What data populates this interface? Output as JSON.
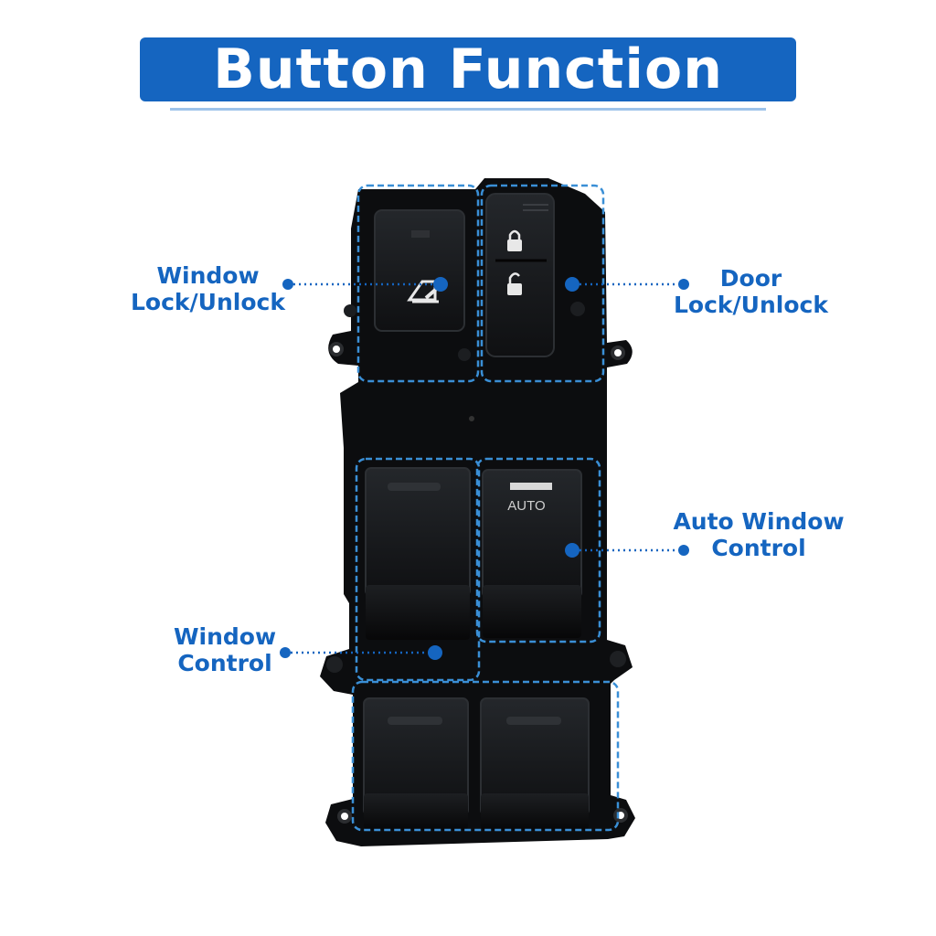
{
  "header": {
    "title": "Button Function"
  },
  "callouts": {
    "window_lock": {
      "line1": "Window",
      "line2": "Lock/Unlock"
    },
    "door_lock": {
      "line1": "Door",
      "line2": "Lock/Unlock"
    },
    "auto_window": {
      "line1": "Auto Window",
      "line2": "Control"
    },
    "window_control": {
      "line1": "Window",
      "line2": "Control"
    }
  },
  "switch": {
    "auto_label": "AUTO"
  },
  "colors": {
    "accent": "#1565c0",
    "highlight": "#3a8fd6",
    "panel": "#0c0d0f",
    "button": "#16181b",
    "background": "#ffffff"
  },
  "icons": [
    "window-lock-icon",
    "lock-closed-icon",
    "lock-open-icon"
  ]
}
